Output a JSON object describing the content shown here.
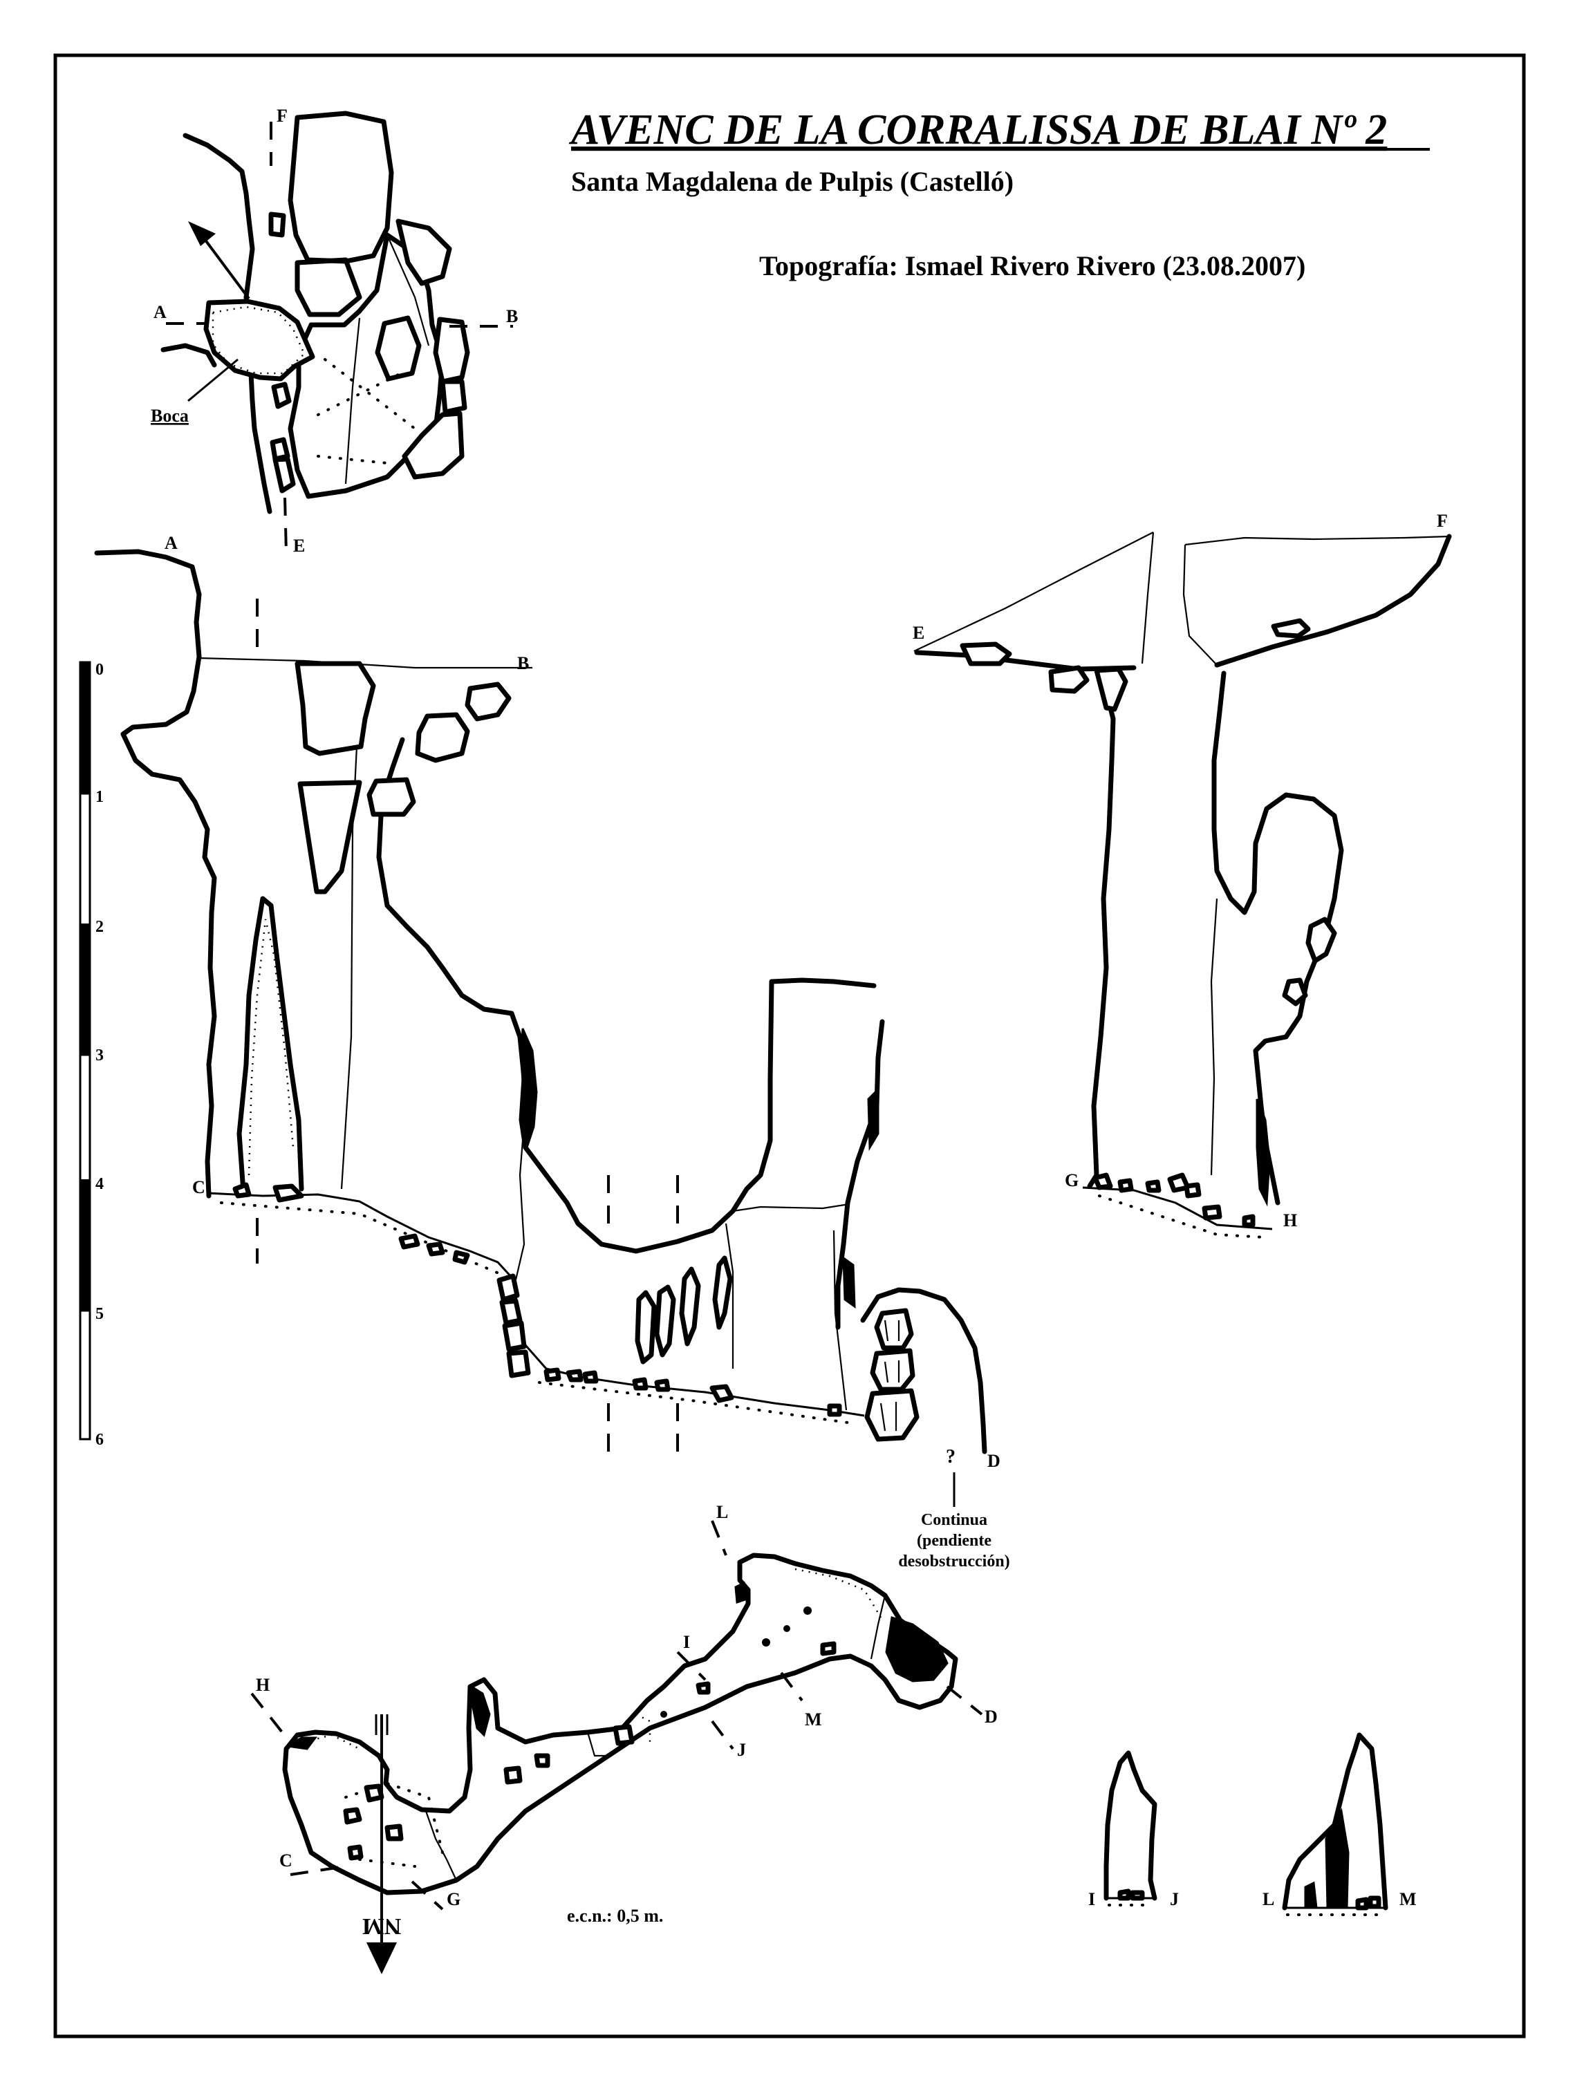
{
  "title": "AVENC DE LA CORRALISSA DE BLAI Nº 2",
  "subtitle": "Santa Magdalena de Pulpis (Castelló)",
  "author": "Topografía: Ismael Rivero Rivero (23.08.2007)",
  "plan_labels": {
    "F": "F",
    "A": "A",
    "B": "B",
    "E": "E",
    "boca": "Boca"
  },
  "section_ab_labels": {
    "A": "A",
    "B": "B",
    "C": "C",
    "D": "D"
  },
  "section_ef_labels": {
    "E": "E",
    "F": "F",
    "G": "G",
    "H": "H"
  },
  "scale": {
    "ticks": [
      "0",
      "1",
      "2",
      "3",
      "4",
      "5",
      "6"
    ]
  },
  "continua": {
    "question": "?",
    "line1": "Continua",
    "line2": "(pendiente",
    "line3": "desobstrucción)"
  },
  "lower_plan_labels": {
    "H": "H",
    "C": "C",
    "G": "G",
    "L": "L",
    "I": "I",
    "J": "J",
    "M": "M",
    "D": "D",
    "north": "NM"
  },
  "ecn": "e.c.n.: 0,5 m.",
  "cross_sections": {
    "I": "I",
    "J": "J",
    "L": "L",
    "M": "M"
  }
}
